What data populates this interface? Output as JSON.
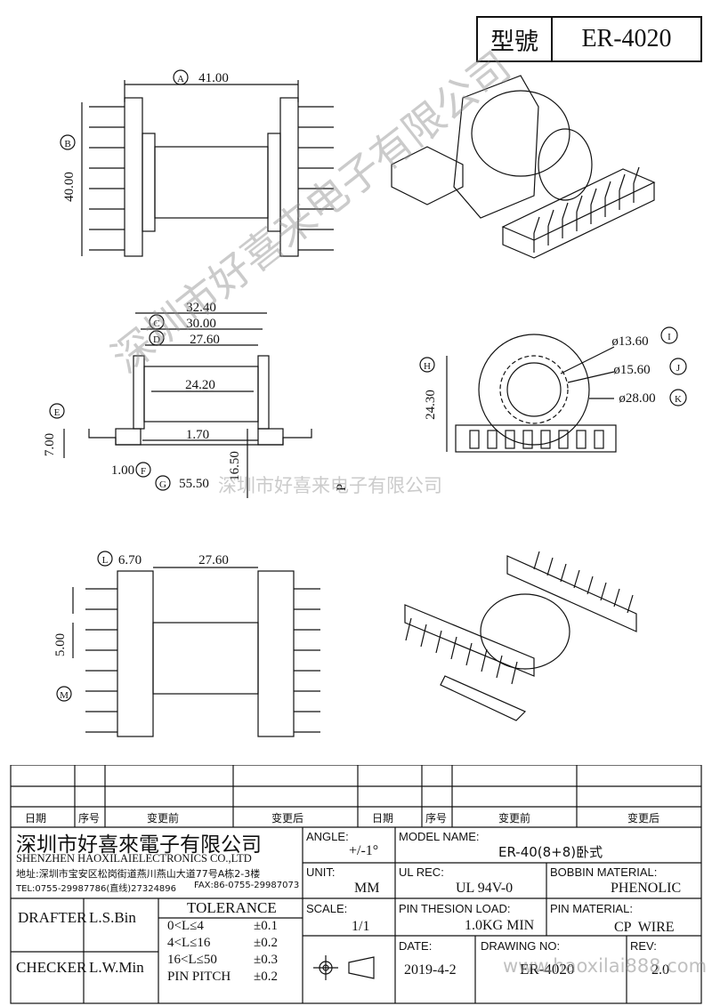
{
  "header": {
    "model_label": "型號",
    "model_value": "ER-4020"
  },
  "dims": {
    "A": "41.00",
    "B": "40.00",
    "total_w": "32.40",
    "C": "30.00",
    "D": "27.60",
    "inner_w": "24.20",
    "pin_d": "1.70",
    "E": "7.00",
    "F": "1.00",
    "G": "55.50",
    "pin_len": "16.50",
    "H": "24.30",
    "I": "ø13.60",
    "J": "ø15.60",
    "K": "ø28.00",
    "L": "6.70",
    "bottom_w": "27.60",
    "M": "5.00",
    "P_label": "P"
  },
  "callouts": {
    "A": "A",
    "B": "B",
    "C": "C",
    "D": "D",
    "E": "E",
    "F": "F",
    "G": "G",
    "H": "H",
    "I": "I",
    "J": "J",
    "K": "K",
    "L": "L",
    "M": "M"
  },
  "watermarks": {
    "diag": "深圳市好喜来电子有限公司",
    "mid": "深圳市好喜来电子有限公司",
    "site": "www.haoxilai888.com"
  },
  "revision_table": {
    "date": "日期",
    "seq": "序号",
    "before": "变更前",
    "after": "变更后"
  },
  "company": {
    "name_cn": "深圳市好喜來電子有限公司",
    "name_en": "SHENZHEN HAOXILAIELECTRONICS CO.,LTD",
    "address": "地址:深圳市宝安区松岗街道燕川燕山大道77号A栋2-3楼",
    "tel": "TEL:0755-29987786(直线)27324896",
    "fax": "FAX:86-0755-29987073"
  },
  "title_block": {
    "angle_label": "ANGLE:",
    "angle_value": "+/-1°",
    "model_name_label": "MODEL NAME:",
    "model_name_value": "ER-40(8+8)卧式",
    "unit_label": "UNIT:",
    "unit_value": "MM",
    "ul_rec_label": "UL REC:",
    "ul_rec_value": "UL 94V-0",
    "bobbin_label": "BOBBIN MATERIAL:",
    "bobbin_value": "PHENOLIC",
    "scale_label": "SCALE:",
    "scale_value": "1/1",
    "pin_load_label": "PIN THESION LOAD:",
    "pin_load_value": "1.0KG MIN",
    "pin_material_label": "PIN MATERIAL:",
    "pin_material_value": "CP  WIRE",
    "date_label": "DATE:",
    "date_value": "2019-4-2",
    "drawing_no_label": "DRAWING NO:",
    "drawing_no_value": "ER-4020",
    "rev_label": "REV:",
    "rev_value": "2.0",
    "drafter_label": "DRAFTER",
    "drafter_value": "L.S.Bin",
    "checker_label": "CHECKER",
    "checker_value": "L.W.Min",
    "tolerance_label": "TOLERANCE",
    "tol_rows": [
      {
        "range": "0<L≤4",
        "tol": "±0.1"
      },
      {
        "range": "4<L≤16",
        "tol": "±0.2"
      },
      {
        "range": "16<L≤50",
        "tol": "±0.3"
      },
      {
        "range": "PIN PITCH",
        "tol": "±0.2"
      }
    ]
  },
  "colors": {
    "line": "#111111",
    "watermark": "#8c8c8c"
  }
}
